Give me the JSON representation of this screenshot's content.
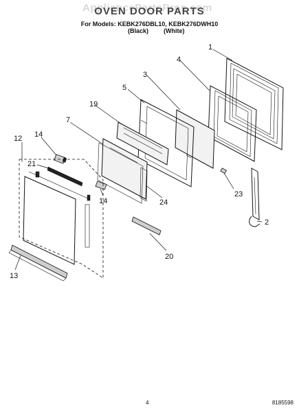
{
  "watermark": "AppliancePartsPros.com",
  "title": "OVEN DOOR PARTS",
  "models_line": "For Models: KEBK276DBL10, KEBK276DWH10",
  "variant_left": "(Black)",
  "variant_right": "(White)",
  "callouts": {
    "c1": "1",
    "c2": "2",
    "c3": "3",
    "c4": "4",
    "c5": "5",
    "c7": "7",
    "c12": "12",
    "c13": "13",
    "c14a": "14",
    "c14b": "14",
    "c19": "19",
    "c20": "20",
    "c21": "21",
    "c23": "23",
    "c24": "24"
  },
  "page_number": "4",
  "document_number": "8185598"
}
